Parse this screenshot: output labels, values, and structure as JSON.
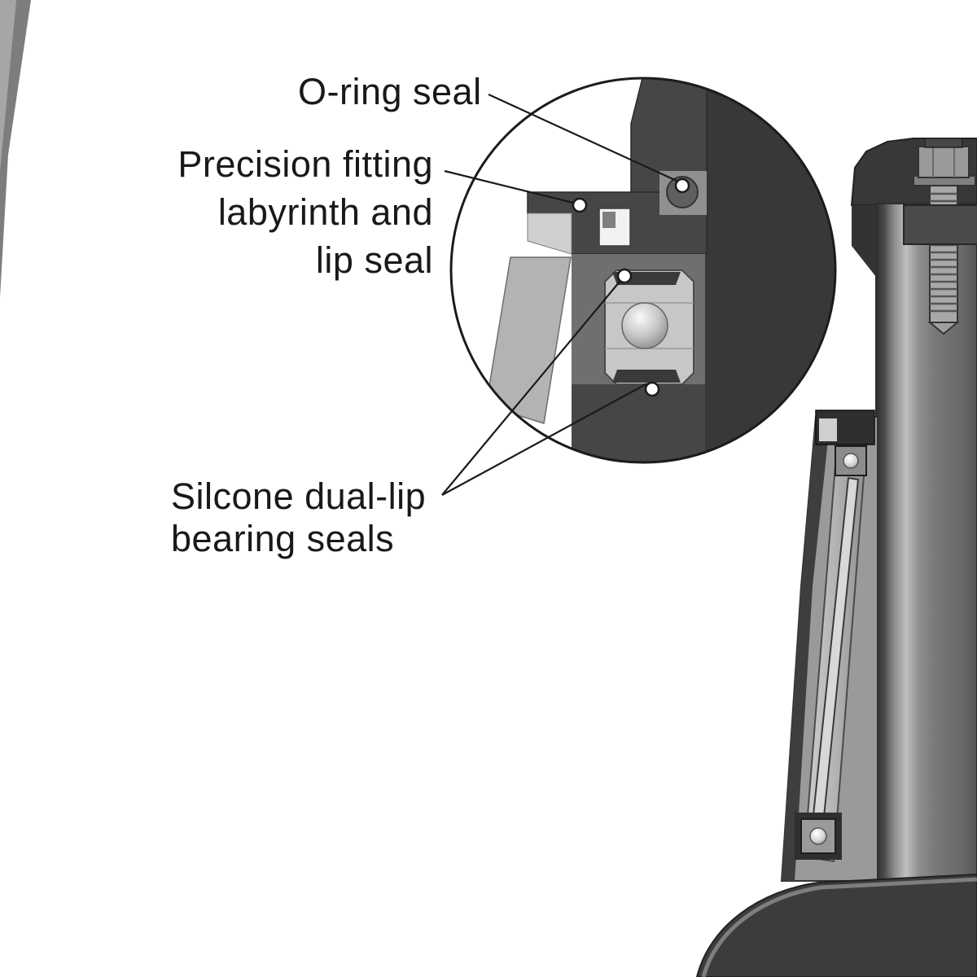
{
  "diagram": {
    "type": "technical-cutaway-illustration",
    "labels": {
      "oring_seal": "O-ring seal",
      "precision": {
        "line1": "Precision fitting",
        "line2": "labyrinth and",
        "line3": "lip seal"
      },
      "silicone": {
        "line1": "Silcone dual-lip",
        "line2": "bearing seals"
      }
    },
    "colors": {
      "ink": "#1a1a1a",
      "lens_stroke": "#1c1c1c",
      "dark_metal": "#3a3a3a",
      "mid_metal": "#6f6f6f",
      "light_metal": "#c7c7c7",
      "oring": "#5f5f5f",
      "background": "#ffffff"
    },
    "callout_markers": "small hollow circles at O-ring, labyrinth lip seal, upper bearing seal, lower bearing seal"
  }
}
